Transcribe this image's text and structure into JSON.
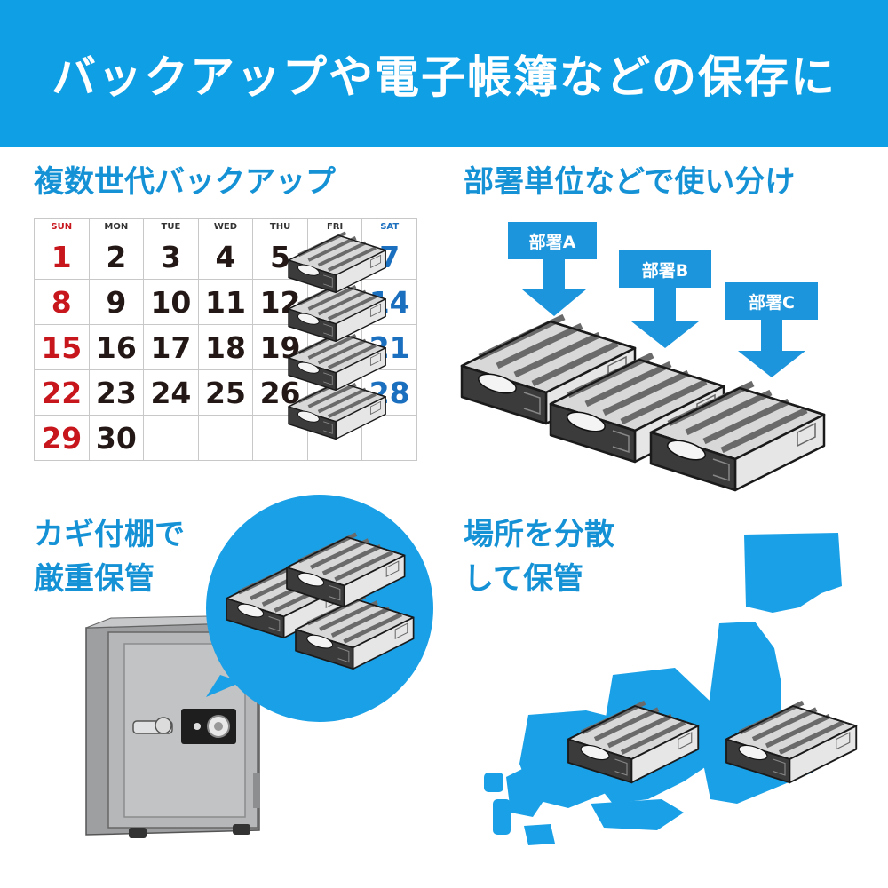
{
  "banner": {
    "title": "バックアップや電子帳簿などの保存に"
  },
  "sections": {
    "multi_gen": {
      "heading": "複数世代バックアップ"
    },
    "department": {
      "heading": "部署単位などで使い分け",
      "tags": [
        "部署A",
        "部署B",
        "部署C"
      ]
    },
    "safe": {
      "heading_line1": "カギ付棚で",
      "heading_line2": "厳重保管"
    },
    "distributed": {
      "heading_line1": "場所を分散",
      "heading_line2": "して保管"
    }
  },
  "calendar": {
    "weekdays": [
      "SUN",
      "MON",
      "TUE",
      "WED",
      "THU",
      "FRI",
      "SAT"
    ],
    "weeks": [
      [
        "1",
        "2",
        "3",
        "4",
        "5",
        "",
        "7"
      ],
      [
        "8",
        "9",
        "10",
        "11",
        "12",
        "",
        "14"
      ],
      [
        "15",
        "16",
        "17",
        "18",
        "19",
        "",
        "21"
      ],
      [
        "22",
        "23",
        "24",
        "25",
        "26",
        "",
        "28"
      ],
      [
        "29",
        "30",
        "",
        "",
        "",
        "",
        ""
      ]
    ]
  },
  "colors": {
    "accent": "#0e9fe5",
    "heading": "#1592d6",
    "sunday": "#c8161d",
    "saturday": "#1b6fbf",
    "drive_body": "#a9a9a9",
    "safe_body": "#b3b5b6"
  },
  "icons": [
    "hard-drive-cartridge-icon",
    "down-arrow-icon",
    "safe-icon",
    "japan-map-icon"
  ]
}
